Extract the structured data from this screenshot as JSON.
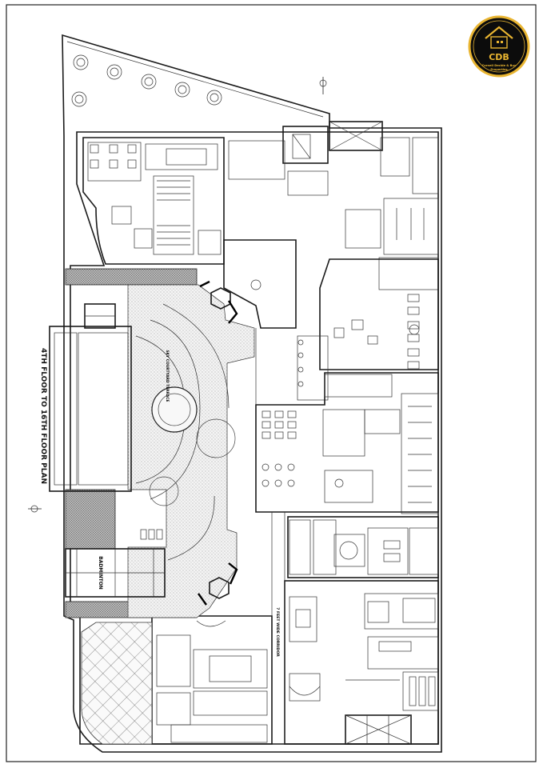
{
  "plan": {
    "title": "4TH FLOOR TO 16TH FLOOR PLAN",
    "labels": {
      "badminton": "BADMINTON",
      "courtyard": "SKY COURTYARD TERRACE",
      "corridor": "7 FEET WIDE CORRIDOR"
    }
  },
  "logo": {
    "initials": "CDB",
    "tagline_line1": "Cornell Decide & Buy",
    "tagline_line2": "Properties",
    "colors": {
      "ring": "#e9b531",
      "fill": "#0c0c0c"
    }
  },
  "colors": {
    "ink": "#1a1a1a",
    "paper": "#ffffff"
  }
}
